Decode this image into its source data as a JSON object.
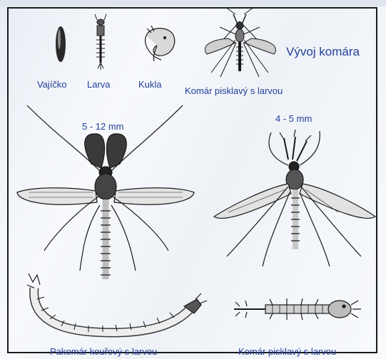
{
  "header_fragment": "… … … … … …",
  "title": "Vývoj komára",
  "stages": {
    "egg": "Vajíčko",
    "larva": "Larva",
    "pupa": "Kukla",
    "adult": "Komár pisklavý s larvou"
  },
  "left_figure": {
    "size": "5 - 12 mm",
    "caption": "Pakomár kouřový s larvou"
  },
  "right_figure": {
    "size": "4 - 5 mm",
    "caption": "Komár pisklavý s larvou"
  },
  "colors": {
    "text": "#24409a",
    "ink": "#1a1a1a",
    "frame": "#1a1a1a"
  },
  "icons": [
    "egg-icon",
    "larva-icon",
    "pupa-icon",
    "mosquito-icon",
    "midge-icon",
    "midge-larva-icon",
    "mosquito-larva-icon"
  ]
}
